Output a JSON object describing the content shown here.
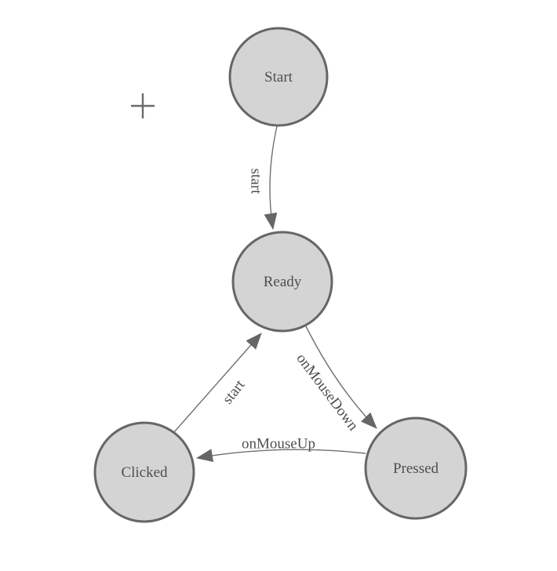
{
  "diagram": {
    "kind": "state-diagram",
    "nodes": [
      {
        "label": "Start"
      },
      {
        "label": "Ready"
      },
      {
        "label": "Clicked"
      },
      {
        "label": "Pressed"
      }
    ],
    "edges": [
      {
        "from": "Start",
        "to": "Ready",
        "label": "start"
      },
      {
        "from": "Ready",
        "to": "Pressed",
        "label": "onMouseDown"
      },
      {
        "from": "Pressed",
        "to": "Clicked",
        "label": "onMouseUp"
      },
      {
        "from": "Clicked",
        "to": "Ready",
        "label": "start"
      }
    ]
  },
  "colors": {
    "background": "#ffffff",
    "node_fill": "#d4d4d4",
    "node_border": "#666666",
    "edge_stroke": "#707070",
    "arrow_fill": "#666666",
    "label_text": "#4e4e4e",
    "cursor": "#6a6a6a"
  },
  "cursor": {
    "type": "plus-crosshair"
  }
}
